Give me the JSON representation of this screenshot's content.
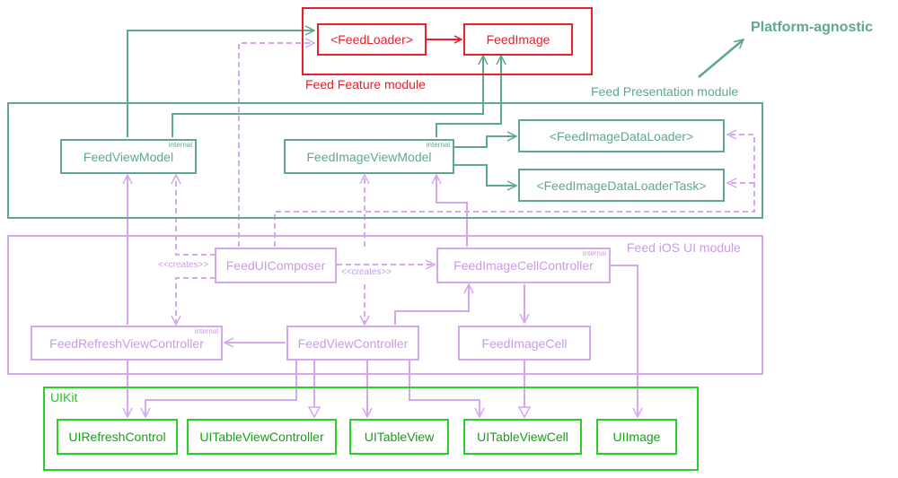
{
  "modules": {
    "feature": "Feed Feature module",
    "presentation": "Feed Presentation module",
    "ios_ui": "Feed iOS UI module",
    "uikit": "UIKit"
  },
  "components": {
    "feed_loader": "<FeedLoader>",
    "feed_image": "FeedImage",
    "feed_view_model": "FeedViewModel",
    "feed_image_view_model": "FeedImageViewModel",
    "feed_image_data_loader": "<FeedImageDataLoader>",
    "feed_image_data_loader_task": "<FeedImageDataLoaderTask>",
    "feed_ui_composer": "FeedUIComposer",
    "feed_image_cell_controller": "FeedImageCellController",
    "feed_refresh_view_controller": "FeedRefreshViewController",
    "feed_view_controller": "FeedViewController",
    "feed_image_cell": "FeedImageCell",
    "ui_refresh_control": "UIRefreshControl",
    "ui_table_view_controller": "UITableViewController",
    "ui_table_view": "UITableView",
    "ui_table_view_cell": "UITableViewCell",
    "ui_image": "UIImage"
  },
  "tags": {
    "internal": "internal"
  },
  "annotations": {
    "creates": "<<creates>>",
    "platform_agnostic": "Platform-agnostic"
  },
  "colors": {
    "feature": "#e8202a",
    "presentation": "#5fa793",
    "ios_ui": "#d4a8ef",
    "uikit": "#27d127"
  }
}
